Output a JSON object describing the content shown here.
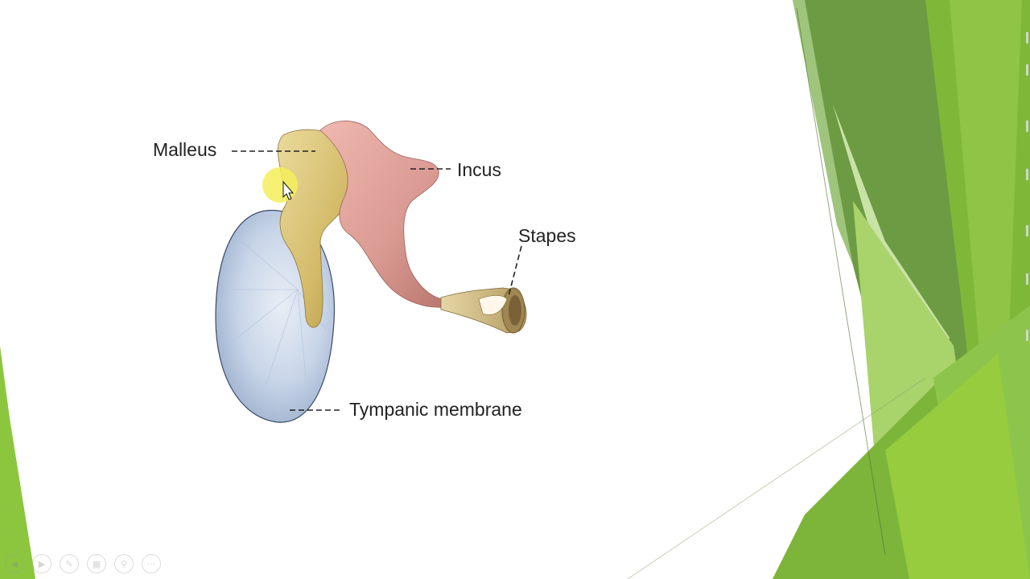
{
  "labels": {
    "malleus": "Malleus",
    "incus": "Incus",
    "stapes": "Stapes",
    "tympanic": "Tympanic membrane"
  },
  "colors": {
    "green_dark": "#6a9a3f",
    "green_mid": "#7fb63a",
    "green_light": "#bedb8f",
    "malleus": "#d8c27a",
    "incus": "#d99a94",
    "stapes": "#d6c38c",
    "membrane": "#c5d3e6",
    "cursor_highlight": "#f7f06a"
  },
  "toolbar": {
    "items": [
      "previous-icon",
      "next-icon",
      "pen-icon",
      "slides-icon",
      "zoom-icon",
      "more-icon"
    ],
    "more_label": "···"
  }
}
